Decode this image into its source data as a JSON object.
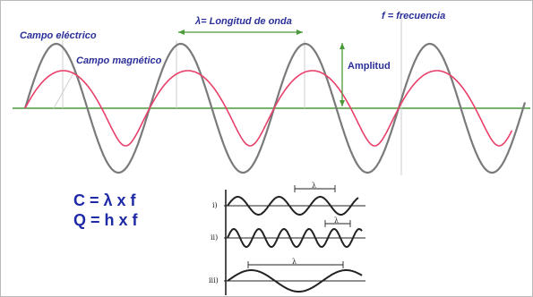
{
  "labels": {
    "electric_field": "Campo eléctrico",
    "magnetic_field": "Campo magnético",
    "wavelength": "λ= Longitud de onda",
    "frequency": "f = frecuencia",
    "amplitude": "Amplitud"
  },
  "formulas": {
    "speed": "C = λ x f",
    "energy": "Q = h x f"
  },
  "small_diagram": {
    "rows": [
      {
        "roman": "i)",
        "lambda": "λ"
      },
      {
        "roman": "ii)",
        "lambda": "λ"
      },
      {
        "roman": "iii)",
        "lambda": "λ"
      }
    ]
  },
  "colors": {
    "electric_wave": "#7a7a7a",
    "magnetic_wave": "#e8406a",
    "axis": "#4a9a3a",
    "annotation": "#4a9a3a",
    "label_text": "#2b2f9a",
    "formula_text": "#1f2aa8"
  }
}
